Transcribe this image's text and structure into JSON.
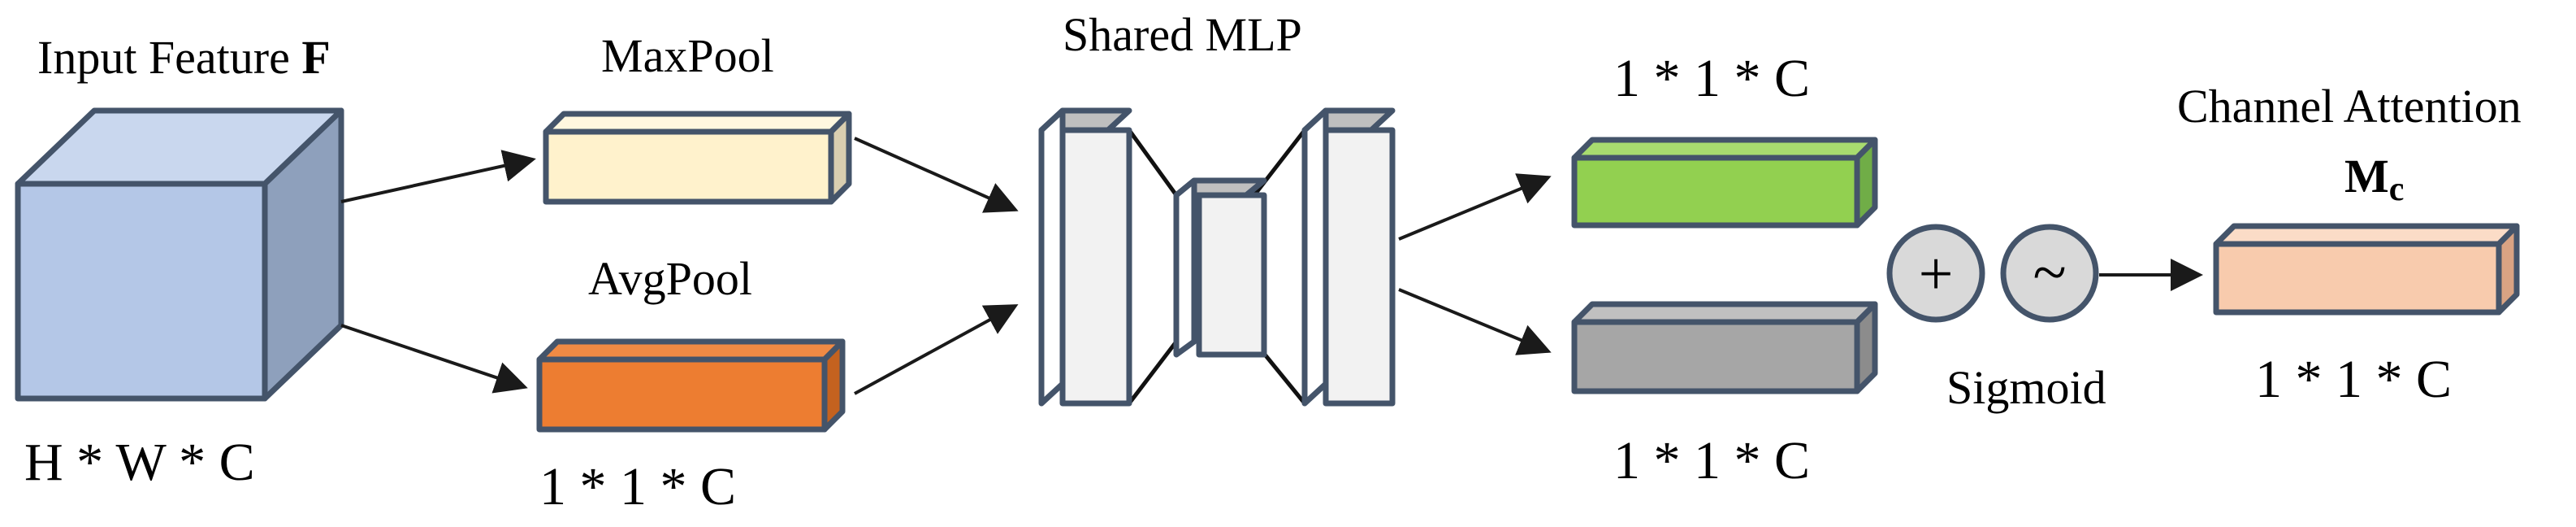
{
  "input": {
    "title": "Input Feature ",
    "title_bold": "F",
    "dims": "H * W * C",
    "colors": {
      "front": "#b4c7e7",
      "top": "#c9d7ee",
      "side": "#8ea0bc"
    }
  },
  "maxpool": {
    "title": "MaxPool",
    "colors": {
      "front": "#fff2cc",
      "top": "#fff7df",
      "side": "#d9ceb0"
    }
  },
  "avgpool": {
    "title": "AvgPool",
    "dims": "1 * 1 * C",
    "colors": {
      "front": "#ed7d31",
      "top": "#f08a44",
      "side": "#c4621f"
    }
  },
  "mlp": {
    "title": "Shared MLP",
    "colors": {
      "front": "#f2f2f2",
      "top": "#bfbfbf",
      "side": "#ffffff"
    }
  },
  "out_max": {
    "dims": "1 * 1 * C",
    "colors": {
      "front": "#92d050",
      "top": "#a8dc6f",
      "side": "#70ad47"
    }
  },
  "out_avg": {
    "dims": "1 * 1 * C",
    "colors": {
      "front": "#a6a6a6",
      "top": "#c0c0c0",
      "side": "#8c8c8c"
    }
  },
  "ops": {
    "plus": "+",
    "tilde": "~",
    "sigmoid": "Sigmoid",
    "circle_fill": "#d9d9d9"
  },
  "attention": {
    "title": "Channel Attention",
    "symbol": "M",
    "symbol_sub": "c",
    "dims": "1 * 1 * C",
    "colors": {
      "front": "#f8cbad",
      "top": "#fbdcc7",
      "side": "#d9a383"
    }
  },
  "edge_color": "#44546a"
}
